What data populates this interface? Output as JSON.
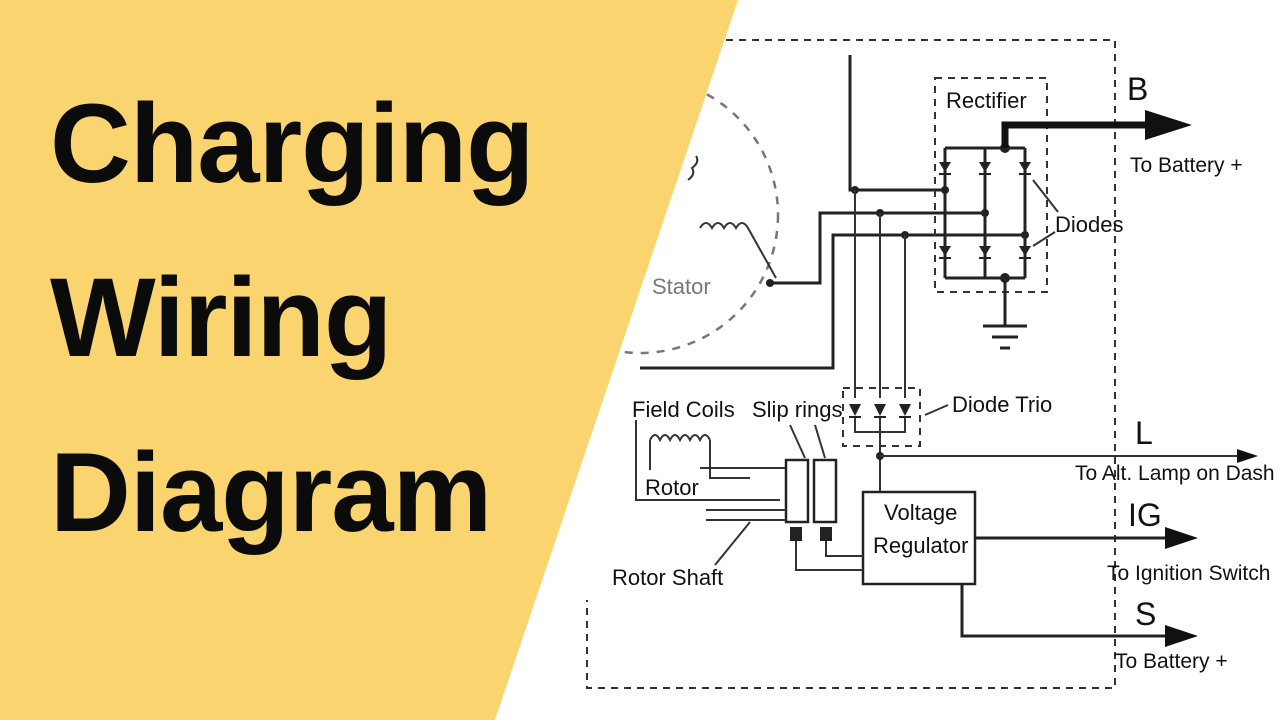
{
  "title": {
    "line1": "Charging",
    "line2": "Wiring",
    "line3": "Diagram"
  },
  "diagram": {
    "labels": {
      "rectifier": "Rectifier",
      "diodes": "Diodes",
      "stator": "Stator",
      "field_coils": "Field Coils",
      "slip_rings": "Slip rings",
      "rotor": "Rotor",
      "rotor_shaft": "Rotor Shaft",
      "diode_trio": "Diode Trio",
      "voltage_regulator_line1": "Voltage",
      "voltage_regulator_line2": "Regulator"
    },
    "terminals": [
      {
        "letter": "B",
        "description": "To Battery +"
      },
      {
        "letter": "L",
        "description": "To Alt. Lamp on Dash"
      },
      {
        "letter": "IG",
        "description": "To Ignition Switch"
      },
      {
        "letter": "S",
        "description": "To Battery +"
      }
    ]
  },
  "colors": {
    "banner": "#f9d46f",
    "ink": "#111111"
  }
}
